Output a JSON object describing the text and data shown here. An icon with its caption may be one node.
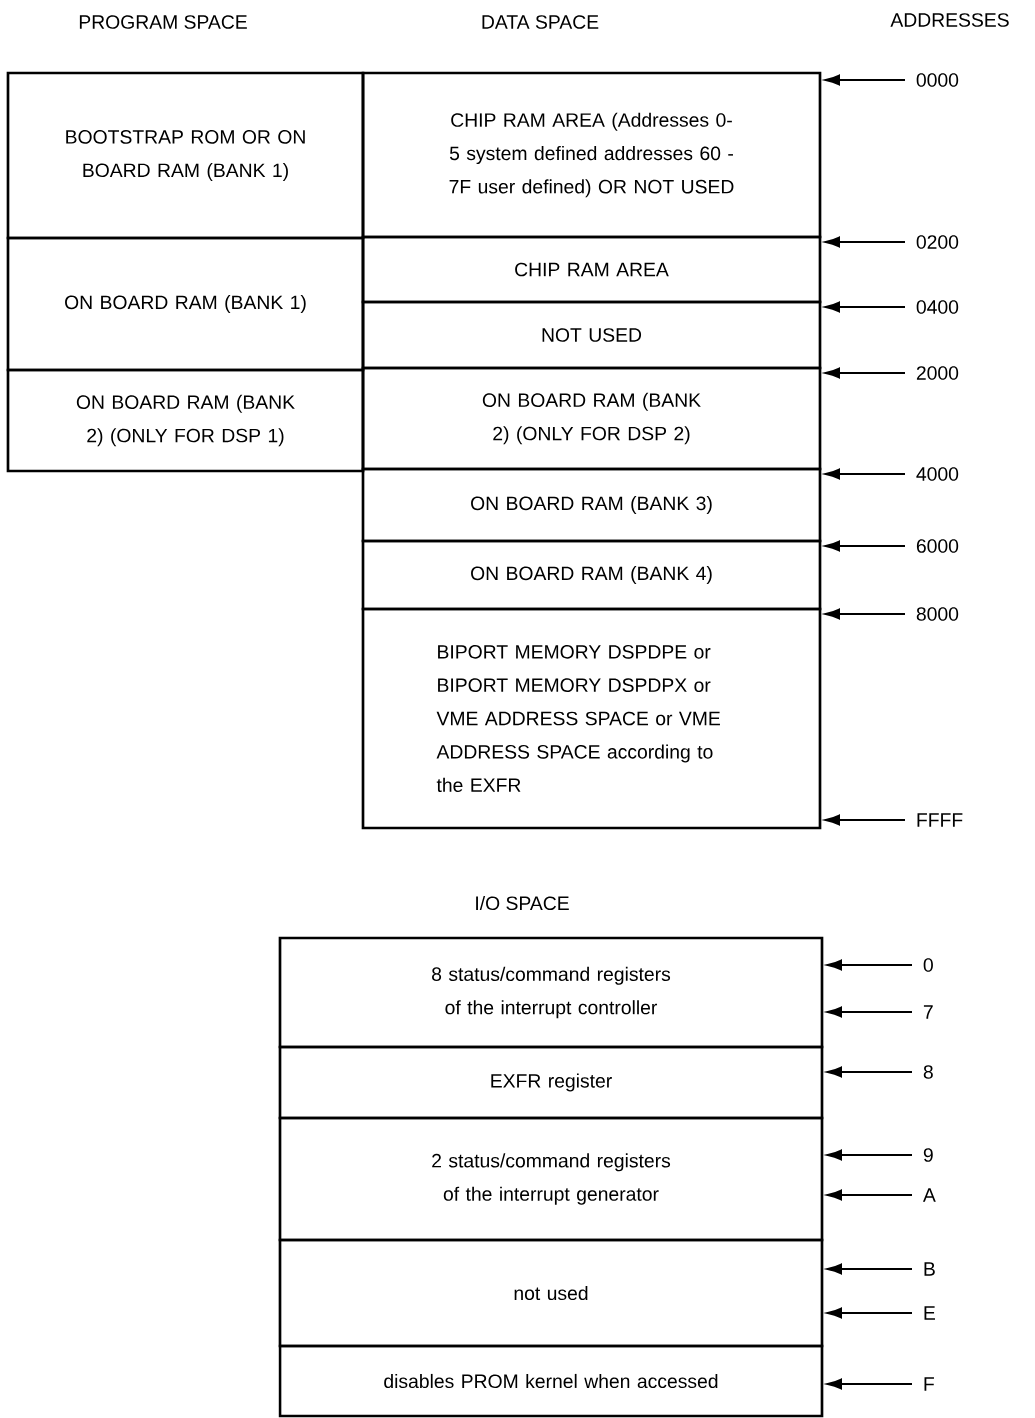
{
  "diagram": {
    "nodes": [
      {
        "text": [
          "BOOTSTRAP ROM OR ON BOARD RAM (BANK 1)"
        ]
      },
      {
        "text": [
          "CHIP RAM AREA (Addresses 0-5 system defined addresses 60 - 7F user defined) OR NOT USED"
        ]
      },
      {
        "text": [
          "0000"
        ]
      },
      {
        "text": [
          "0200"
        ]
      },
      {
        "text": [
          "ON BOARD RAM (BANK 1)"
        ]
      },
      {
        "text": [
          "CHIP RAM AREA"
        ]
      },
      {
        "text": [
          "0400"
        ]
      },
      {
        "text": [
          "NOT USED"
        ]
      },
      {
        "text": [
          "2000"
        ]
      },
      {
        "text": [
          "ON BOARD RAM (BANK 2) (ONLY FOR DSP 1)"
        ]
      },
      {
        "text": [
          "ON BOARD RAM (BANK 2) (ONLY FOR DSP 2)"
        ]
      },
      {
        "text": [
          "4000"
        ]
      },
      {
        "text": [
          "ON BOARD RAM (BANK 3)"
        ]
      },
      {
        "text": [
          "6000"
        ]
      },
      {
        "text": [
          "ON BOARD RAM (BANK 4)"
        ]
      },
      {
        "text": [
          "8000"
        ]
      },
      {
        "text": [
          "BIPORT MEMORY DSPDPE or BIPORT MEMORY DSPDPX or VME ADDRESS SPACE or VME ADDRESS SPACE according to the EXFR"
        ]
      },
      {
        "text": [
          "FFFF"
        ]
      },
      {
        "text": [
          "8 status/command registers of the interrupt controller"
        ]
      },
      {
        "text": [
          "0"
        ]
      },
      {
        "text": [
          "7"
        ]
      },
      {
        "text": [
          "EXFR register"
        ]
      },
      {
        "text": [
          "8"
        ]
      },
      {
        "text": [
          "2 status/command registers of the interrupt generator"
        ]
      },
      {
        "text": [
          "9"
        ]
      },
      {
        "text": [
          "A"
        ]
      },
      {
        "text": [
          "not used"
        ]
      },
      {
        "text": [
          "B"
        ]
      },
      {
        "text": [
          "E"
        ]
      },
      {
        "text": [
          "disables PROM kernel when accessed"
        ]
      },
      {
        "text": [
          "F"
        ]
      }
    ],
    "edges": [
      {
        "from": 2,
        "to": 1,
        "arrow": "to"
      },
      {
        "from": 3,
        "to": 5,
        "arrow": "to"
      },
      {
        "from": 6,
        "to": 7,
        "arrow": "to"
      },
      {
        "from": 8,
        "to": 10,
        "arrow": "to"
      },
      {
        "from": 11,
        "to": 12,
        "arrow": "to"
      },
      {
        "from": 13,
        "to": 14,
        "arrow": "to"
      },
      {
        "from": 15,
        "to": 16,
        "arrow": "to"
      },
      {
        "from": 17,
        "to": 16,
        "arrow": "to"
      },
      {
        "from": 19,
        "to": 18,
        "arrow": "to"
      },
      {
        "from": 20,
        "to": 18,
        "arrow": "to"
      },
      {
        "from": 22,
        "to": 21,
        "arrow": "to"
      },
      {
        "from": 24,
        "to": 23,
        "arrow": "to"
      },
      {
        "from": 25,
        "to": 23,
        "arrow": "to"
      },
      {
        "from": 27,
        "to": 26,
        "arrow": "to"
      },
      {
        "from": 28,
        "to": 26,
        "arrow": "to"
      },
      {
        "from": 30,
        "to": 29,
        "arrow": "to"
      }
    ],
    "labels": [
      "PROGRAM SPACE",
      "DATA SPACE",
      "ADDRESSES",
      "I/O SPACE"
    ]
  }
}
